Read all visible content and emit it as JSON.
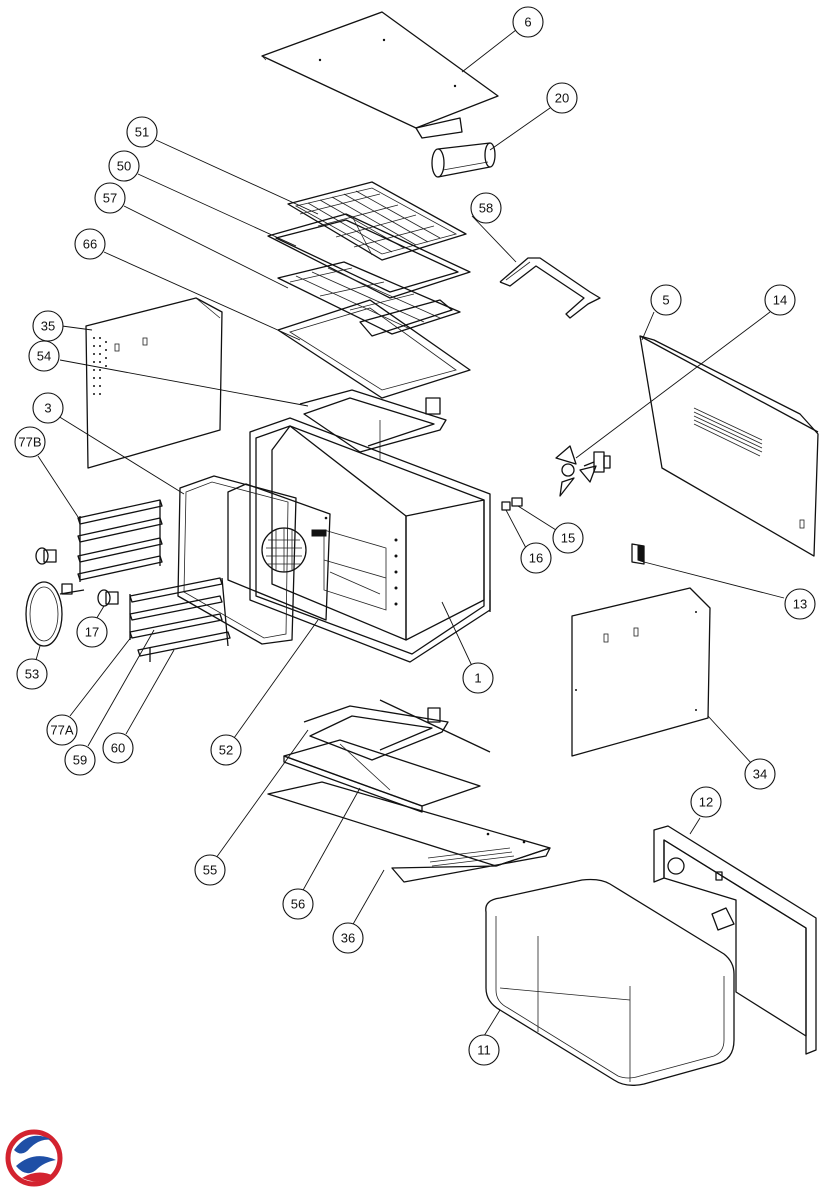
{
  "callouts": {
    "c6": "6",
    "c20": "20",
    "c51": "51",
    "c50": "50",
    "c57": "57",
    "c58": "58",
    "c66": "66",
    "c5": "5",
    "c14": "14",
    "c35": "35",
    "c54": "54",
    "c3": "3",
    "c77B": "77B",
    "c15": "15",
    "c16": "16",
    "c13": "13",
    "c17": "17",
    "c1": "1",
    "c53": "53",
    "c77A": "77A",
    "c59": "59",
    "c60": "60",
    "c52": "52",
    "c34": "34",
    "c12": "12",
    "c55": "55",
    "c56": "56",
    "c36": "36",
    "c11": "11"
  },
  "logo": {
    "icon": "brand-swirl-logo",
    "colors": [
      "#1f4fa6",
      "#d3232f"
    ]
  }
}
